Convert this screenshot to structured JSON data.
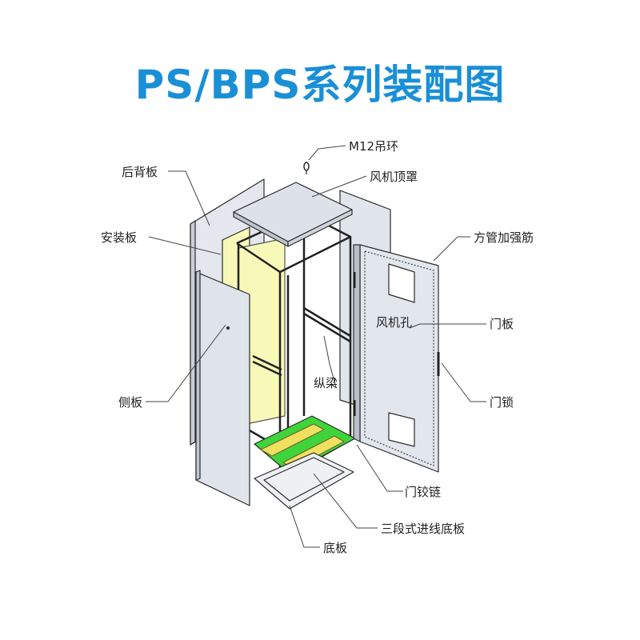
{
  "title": "PS/BPS系列装配图",
  "labels": {
    "lifting_ring": "M12吊环",
    "rear_panel": "后背板",
    "fan_top_cover": "风机顶罩",
    "mounting_plate": "安装板",
    "square_tube_rib": "方管加强筋",
    "fan_hole": "风机孔",
    "door_panel": "门板",
    "longitudinal_beam": "纵梁",
    "side_panel": "侧板",
    "door_lock": "门锁",
    "door_hinge": "门铰链",
    "cable_entry_bottom_plate": "三段式进线底板",
    "bottom_plate": "底板"
  },
  "colors": {
    "title": "#1a8fd6",
    "panel_fill": "#dfe3ea",
    "mounting_plate": "#f8f9b8",
    "cable_plate_green": "#3fd53a",
    "outline": "#2b2b2b"
  }
}
